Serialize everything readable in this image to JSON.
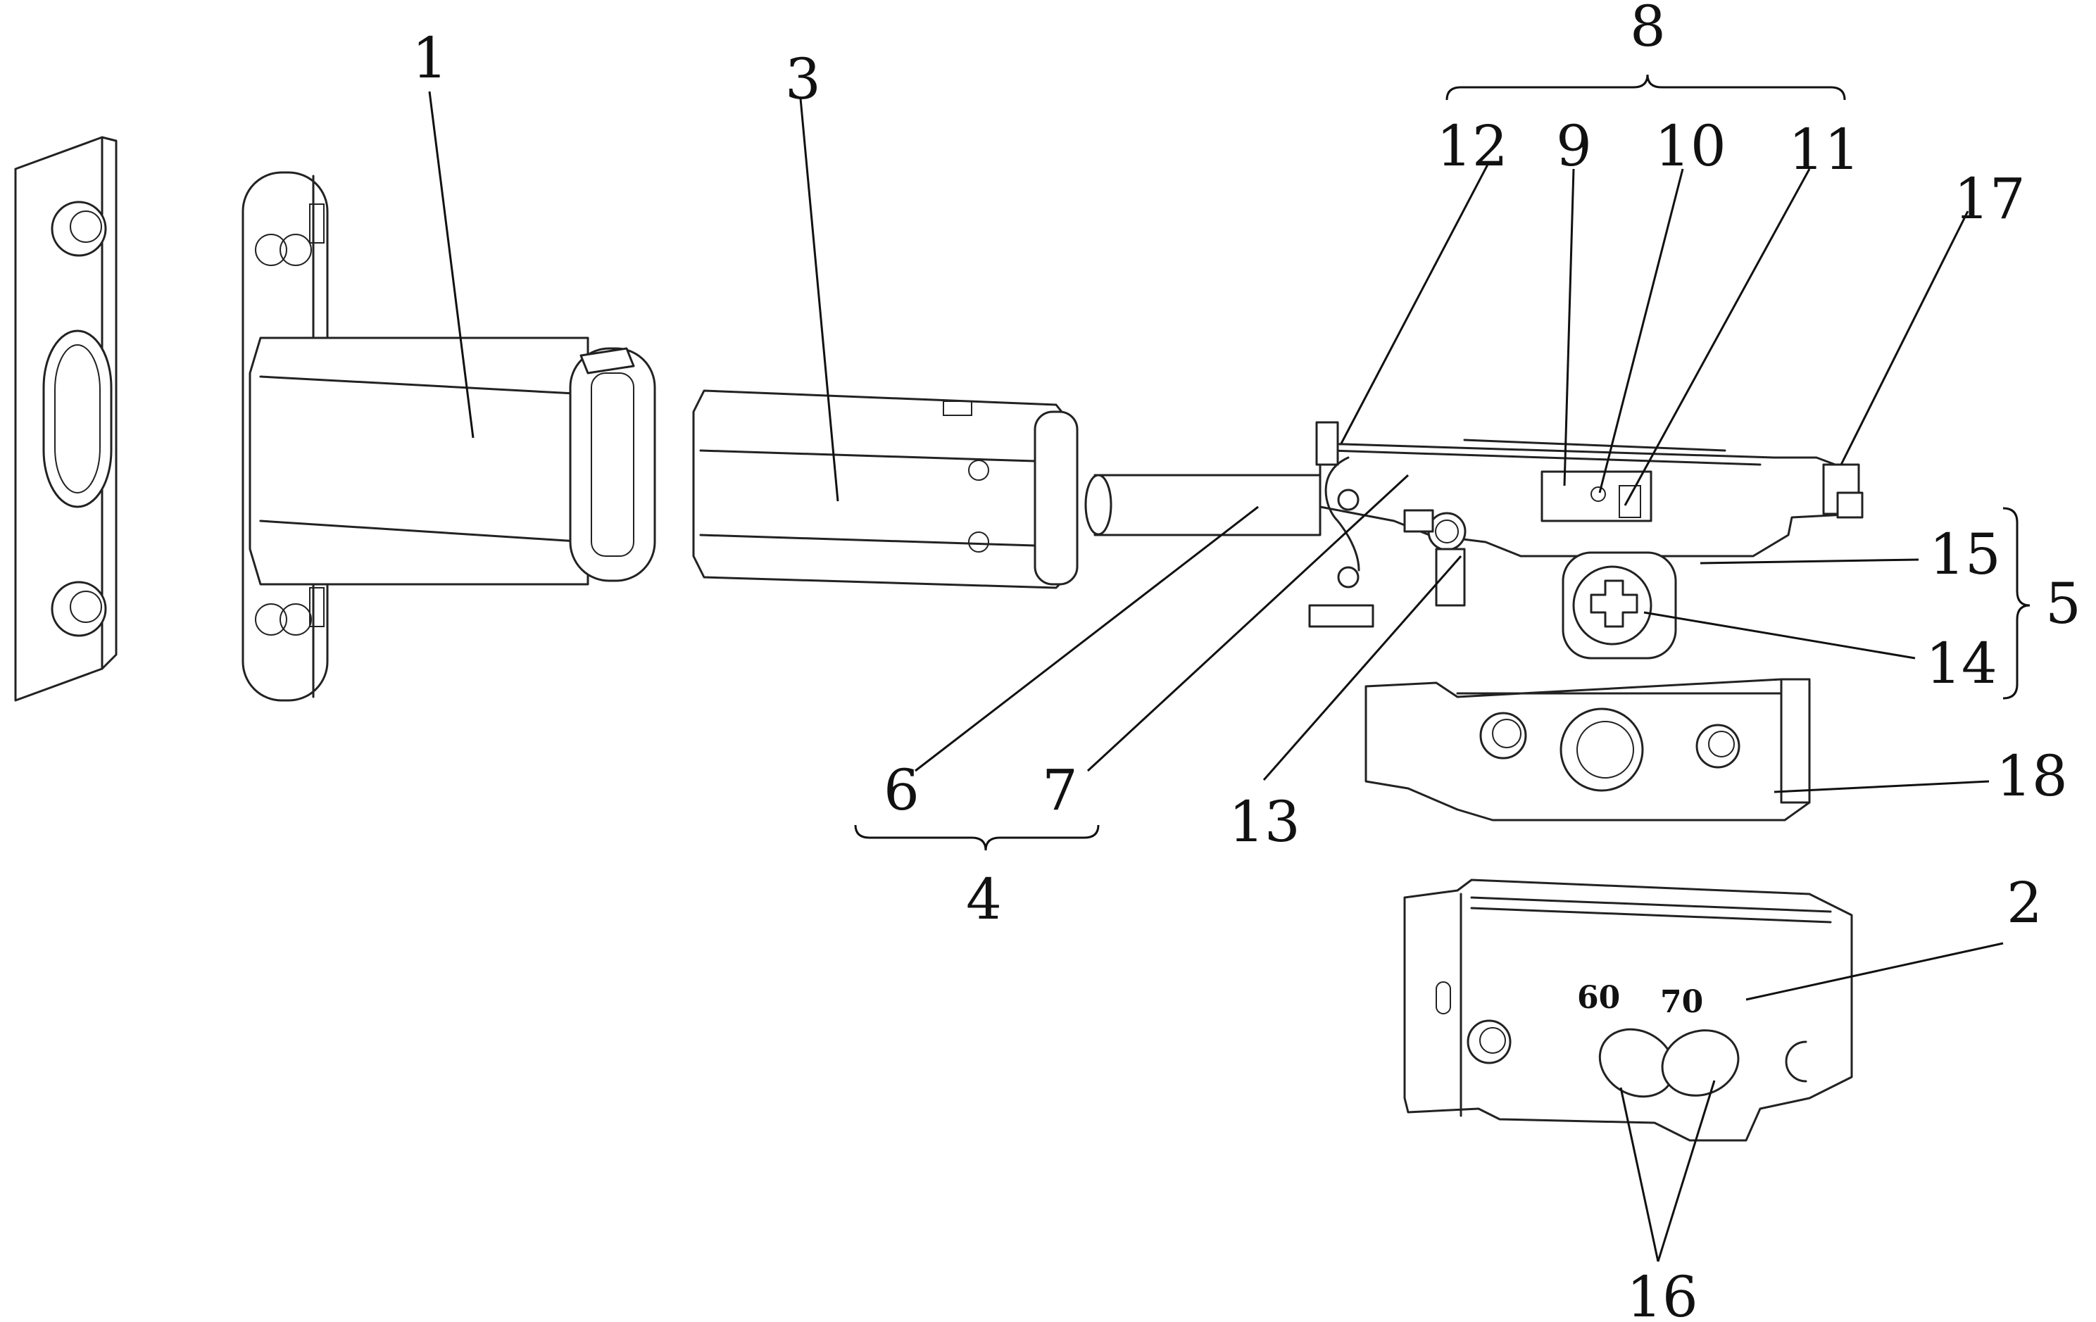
{
  "diagram": {
    "labels": {
      "l1": "1",
      "l2": "2",
      "l3": "3",
      "l4": "4",
      "l5": "5",
      "l6": "6",
      "l7": "7",
      "l8": "8",
      "l9": "9",
      "l10": "10",
      "l11": "11",
      "l12": "12",
      "l13": "13",
      "l14": "14",
      "l15": "15",
      "l16": "16",
      "l17": "17",
      "l18": "18"
    },
    "stamped_text": {
      "s60": "60",
      "s70": "70"
    }
  }
}
